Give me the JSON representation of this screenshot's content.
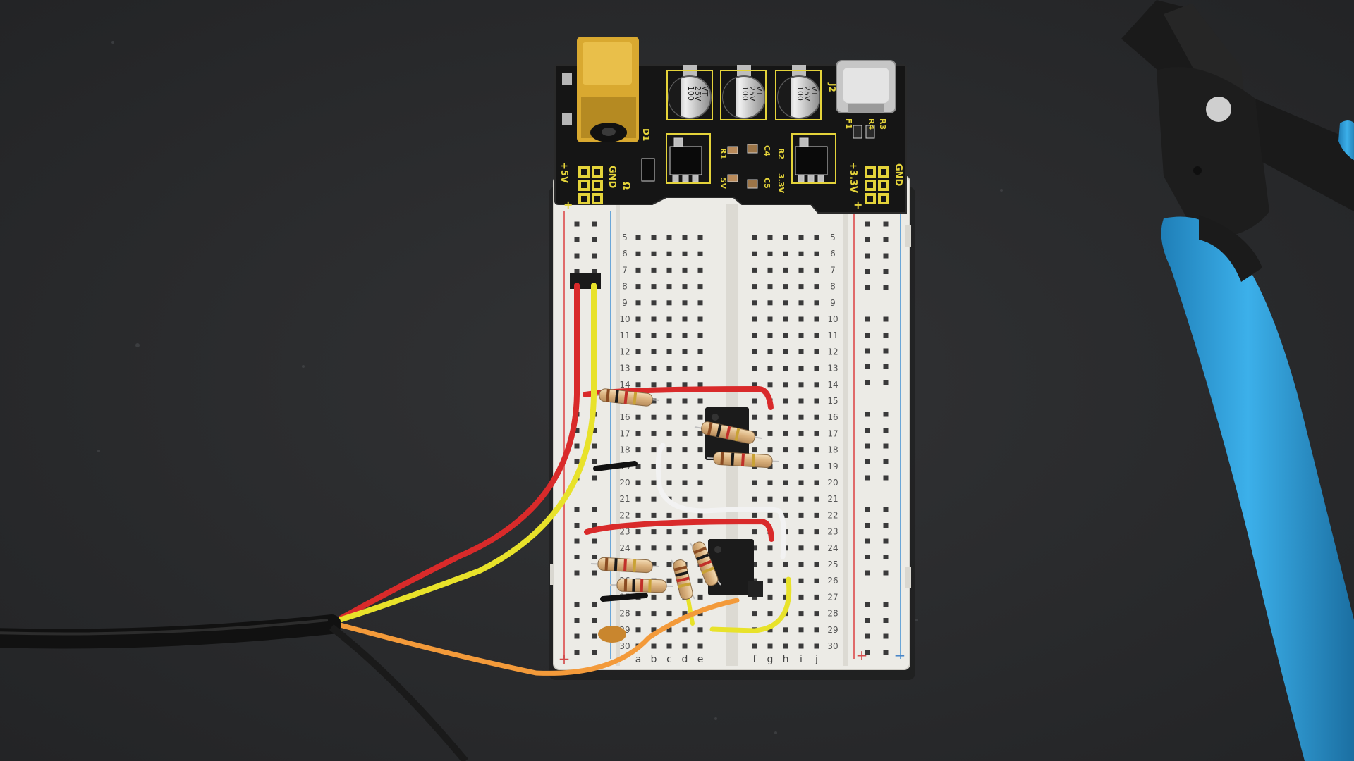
{
  "scene": {
    "colors": {
      "table": "#2b2c2e",
      "breadboard": "#ecebe6",
      "pcb": "#151515",
      "silkscreen": "#e4d33a",
      "dc_jack": "#d9a930",
      "rail_red": "#e06a6a",
      "rail_blue": "#6aa6d8",
      "wire_red": "#d92a2a",
      "wire_yellow": "#e8e22a",
      "wire_orange": "#f39a3a",
      "wire_white": "#f2f2f2",
      "cable_black": "#111111",
      "cutter_handle": "#2e9ed8"
    },
    "power_module": {
      "cap_labels": [
        [
          "100",
          "25V",
          "VT"
        ],
        [
          "100",
          "25V",
          "VT"
        ],
        [
          "100",
          "25V",
          "VT"
        ]
      ],
      "labels": {
        "left_gnd": "GND",
        "left_5v": "+5V",
        "left_plus": "+",
        "right_gnd": "GND",
        "right_33v": "+3.3V",
        "right_plus": "+",
        "d1": "D1",
        "j2": "J2",
        "f1": "F1",
        "r3": "R3",
        "r4": "R4",
        "r1": "R1",
        "r2": "R2",
        "c4": "C4",
        "c5": "C5",
        "v5": "5V",
        "v33": "3.3V",
        "ohm": "Ω"
      }
    },
    "breadboard": {
      "row_numbers": [
        "5",
        "6",
        "7",
        "8",
        "9",
        "10",
        "11",
        "12",
        "13",
        "14",
        "15",
        "16",
        "17",
        "18",
        "19",
        "20",
        "21",
        "22",
        "23",
        "24",
        "25",
        "26",
        "27",
        "28",
        "29",
        "30"
      ],
      "columns_left": [
        "a",
        "b",
        "c",
        "d",
        "e"
      ],
      "columns_right": [
        "f",
        "g",
        "h",
        "i",
        "j"
      ],
      "rail_plus": "+",
      "rail_minus": "−"
    },
    "icons": [
      "breadboard-icon",
      "power-module-icon",
      "wire-cutter-icon",
      "cable-icon"
    ]
  }
}
